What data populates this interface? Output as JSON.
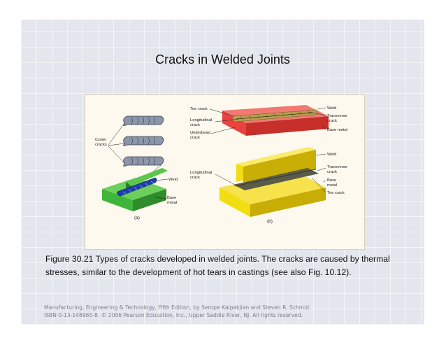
{
  "slide": {
    "title": "Cracks in Welded Joints",
    "caption": "Figure 30.21  Types of cracks developed in welded joints. The cracks are caused by thermal stresses, similar to the development of hot tears in castings (see also Fig. 10.12).",
    "footer": {
      "line1": "Manufacturing, Engineering & Technology, Fifth Edition, by Serope Kalpakjian and Steven R. Schmid.",
      "line2": "ISBN 0-13-148965-8. © 2006 Pearson Education, Inc., Upper Saddle River, NJ.  All rights reserved."
    }
  },
  "figure": {
    "panel_a": {
      "sublabel": "(a)",
      "crater_line1": "Crater",
      "crater_line2": "cracks",
      "weld": "Weld",
      "base_line1": "Base",
      "base_line2": "metal"
    },
    "panel_b_top": {
      "toe_crack": "Toe crack",
      "long_line1": "Longitudinal",
      "long_line2": "crack",
      "underbead_line1": "Underbead",
      "underbead_line2": "crack",
      "weld": "Weld",
      "transverse_line1": "Transverse",
      "transverse_line2": "crack",
      "base_metal": "Base metal"
    },
    "panel_b_bottom": {
      "sublabel": "(b)",
      "long_line1": "Longitudinal",
      "long_line2": "crack",
      "weld": "Weld",
      "transverse_line1": "Transverse",
      "transverse_line2": "crack",
      "base_line1": "Base",
      "base_line2": "metal",
      "toe_crack": "Toe crack"
    },
    "colors": {
      "plate_green": "#3fb53a",
      "bead_blue": "#1f3fae",
      "plate_red": "#e8433f",
      "plate_yellow": "#f2dc12",
      "weld_gray": "#5b5b4a",
      "bead_gray": "#8c96aa"
    }
  }
}
